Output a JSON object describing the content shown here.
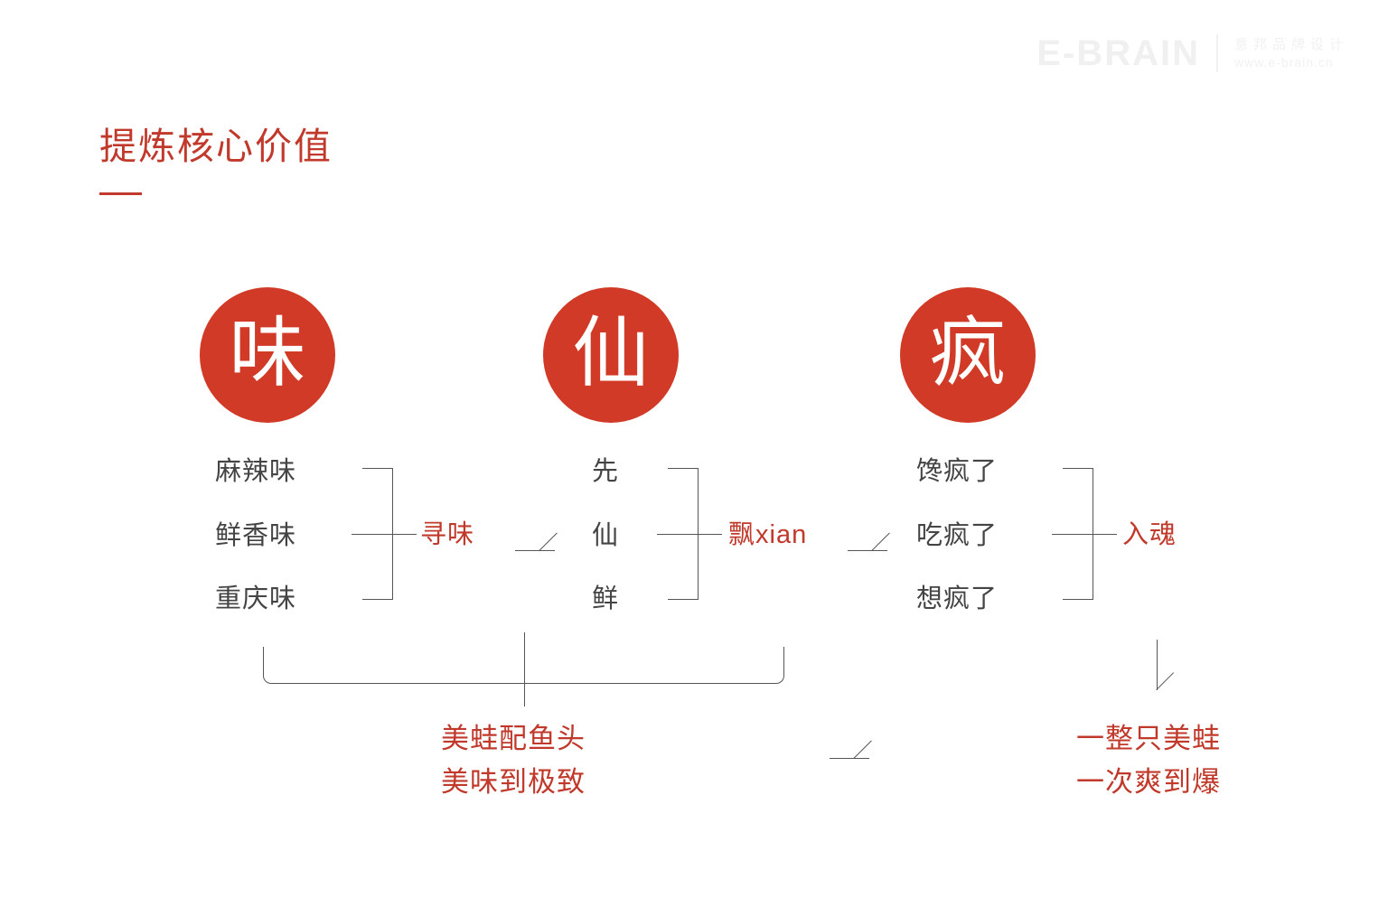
{
  "brand": {
    "mark": "E-BRAIN",
    "cn_name": "意邦品牌设计",
    "url": "www.e-brain.cn"
  },
  "header": {
    "title": "提炼核心价值"
  },
  "colors": {
    "circle_red": "#D03A26",
    "text_red": "#C0392B",
    "line_gray": "#555555",
    "word_gray": "#444444",
    "background": "#FFFFFF"
  },
  "groups": [
    {
      "circle_char": "味",
      "words": [
        "麻辣味",
        "鲜香味",
        "重庆味"
      ],
      "summary": "寻味"
    },
    {
      "circle_char": "仙",
      "words": [
        "先",
        "仙",
        "鲜"
      ],
      "summary": "飘xian"
    },
    {
      "circle_char": "疯",
      "words": [
        "馋疯了",
        "吃疯了",
        "想疯了"
      ],
      "summary": "入魂"
    }
  ],
  "slogans": {
    "left_line1": "美蛙配鱼头",
    "left_line2": "美味到极致",
    "right_line1": "一整只美蛙",
    "right_line2": "一次爽到爆"
  }
}
